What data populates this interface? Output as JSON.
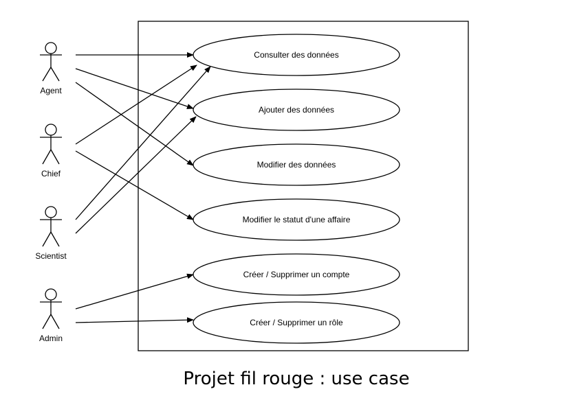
{
  "actors": [
    {
      "id": "agent",
      "label": "Agent"
    },
    {
      "id": "chief",
      "label": "Chief"
    },
    {
      "id": "scientist",
      "label": "Scientist"
    },
    {
      "id": "admin",
      "label": "Admin"
    }
  ],
  "use_cases": [
    {
      "id": "consulter",
      "label": "Consulter des données"
    },
    {
      "id": "ajouter",
      "label": "Ajouter des données"
    },
    {
      "id": "modifier",
      "label": "Modifier des données"
    },
    {
      "id": "statut",
      "label": "Modifier le statut d'une affaire"
    },
    {
      "id": "compte",
      "label": "Créer / Supprimer un compte"
    },
    {
      "id": "role",
      "label": "Créer / Supprimer un rôle"
    }
  ],
  "associations": [
    {
      "from": "agent",
      "to": "consulter"
    },
    {
      "from": "agent",
      "to": "ajouter"
    },
    {
      "from": "agent",
      "to": "modifier"
    },
    {
      "from": "chief",
      "to": "consulter"
    },
    {
      "from": "chief",
      "to": "statut"
    },
    {
      "from": "scientist",
      "to": "consulter"
    },
    {
      "from": "scientist",
      "to": "ajouter"
    },
    {
      "from": "admin",
      "to": "compte"
    },
    {
      "from": "admin",
      "to": "role"
    }
  ],
  "caption": "Projet fil rouge : use case"
}
